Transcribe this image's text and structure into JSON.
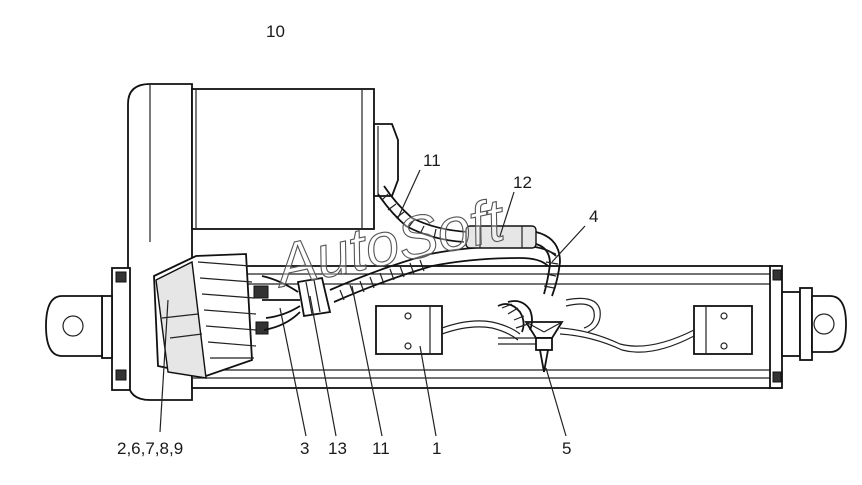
{
  "labels": {
    "l10": "10",
    "l11_top": "11",
    "l12": "12",
    "l4": "4",
    "l2_9": "2,6,7,8,9",
    "l3": "3",
    "l13": "13",
    "l11_bottom": "11",
    "l1": "1",
    "l5": "5"
  },
  "watermark": "AutoSoft"
}
